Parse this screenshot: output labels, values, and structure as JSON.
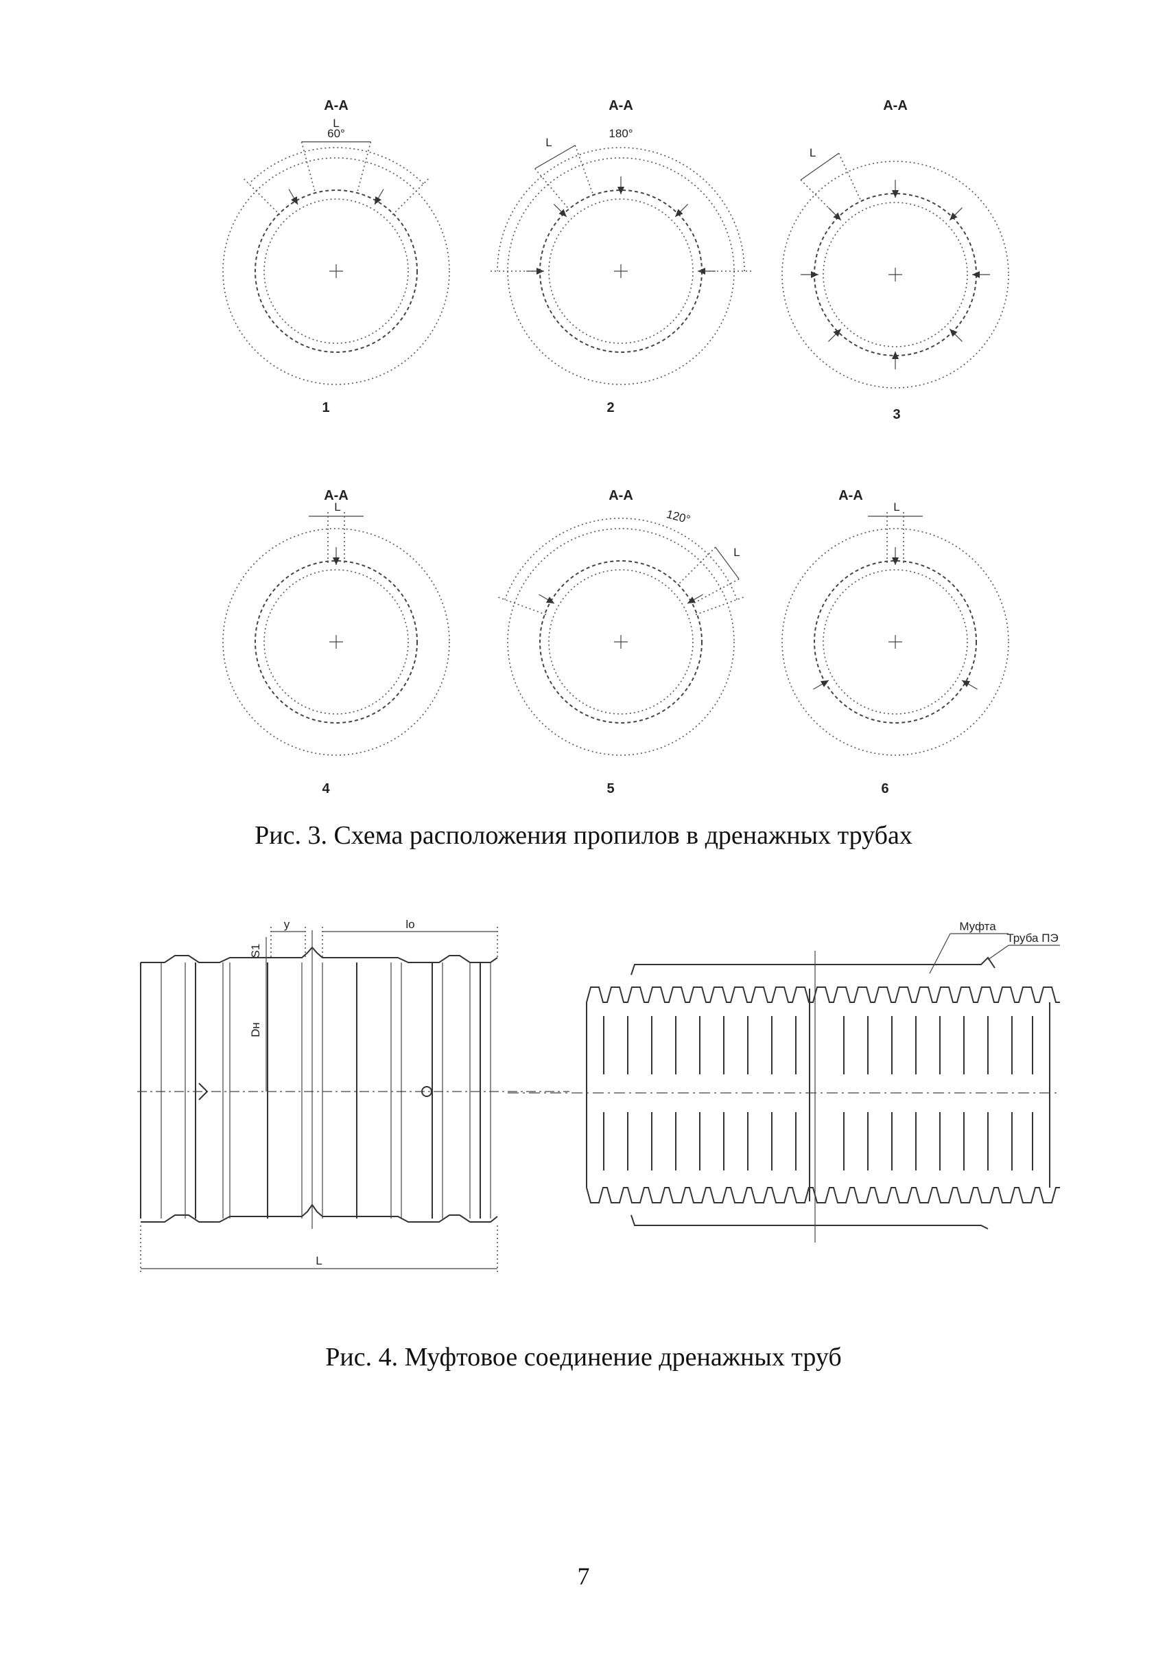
{
  "figure3": {
    "caption": "Рис. 3. Схема расположения пропилов в дренажных трубах",
    "diagrams": [
      {
        "section": "А-А",
        "angle": "60°",
        "dim": "L",
        "number": "1"
      },
      {
        "section": "А-А",
        "angle": "180°",
        "dim": "L",
        "number": "2"
      },
      {
        "section": "А-А",
        "angle": "",
        "dim": "L",
        "number": "3"
      },
      {
        "section": "А-А",
        "angle": "",
        "dim": "L",
        "number": "4"
      },
      {
        "section": "А-А",
        "angle": "120°",
        "dim": "L",
        "number": "5"
      },
      {
        "section": "А-А",
        "angle": "",
        "dim": "L",
        "number": "6"
      }
    ]
  },
  "figure4": {
    "caption": "Рис. 4. Муфтовое соединение дренажных труб",
    "labels": {
      "coupling": "Муфта",
      "pipe": "Труба ПЭ",
      "dim_y": "y",
      "dim_lo": "lo",
      "dim_s1": "S1",
      "dim_d": "Dн",
      "dim_l": "L"
    }
  },
  "page_number": "7"
}
